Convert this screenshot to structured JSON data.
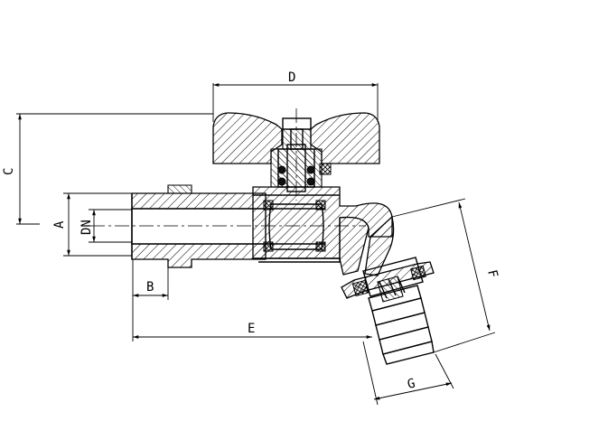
{
  "labels": {
    "D": "D",
    "C": "C",
    "A": "A",
    "DN": "DN",
    "B": "B",
    "E": "E",
    "F": "F",
    "G": "G"
  }
}
